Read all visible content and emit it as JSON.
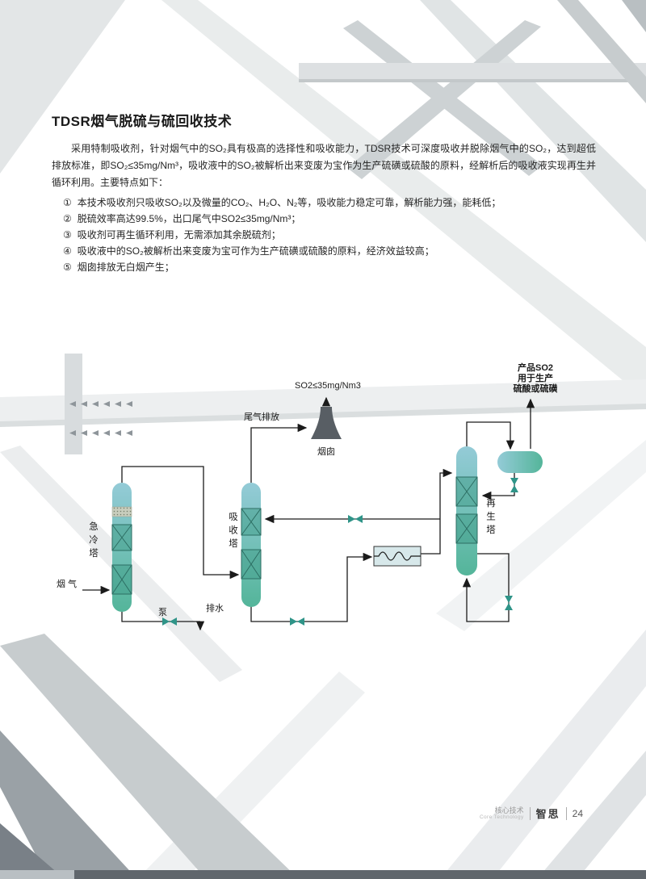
{
  "page": {
    "title": "TDSR烟气脱硫与硫回收技术"
  },
  "content": {
    "intro": "采用特制吸收剂，针对烟气中的SO₂具有极高的选择性和吸收能力，TDSR技术可深度吸收并脱除烟气中的SO₂，达到超低排放标准，即SO₂≤35mg/Nm³，吸收液中的SO₂被解析出来变废为宝作为生产硫磺或硫酸的原料，经解析后的吸收液实现再生并循环利用。主要特点如下：",
    "features": [
      {
        "num": "①",
        "text": "本技术吸收剂只吸收SO₂以及微量的CO₂、H₂O、N₂等，吸收能力稳定可靠，解析能力强，能耗低；"
      },
      {
        "num": "②",
        "text": "脱硫效率高达99.5%，出口尾气中SO2≤35mg/Nm³；"
      },
      {
        "num": "③",
        "text": "吸收剂可再生循环利用，无需添加其余脱硫剂；"
      },
      {
        "num": "④",
        "text": "吸收液中的SO₂被解析出来变废为宝可作为生产硫磺或硫酸的原料，经济效益较高；"
      },
      {
        "num": "⑤",
        "text": "烟囱排放无白烟产生；"
      }
    ]
  },
  "diagram": {
    "labels": {
      "so2_limit": "SO2≤35mg/Nm3",
      "tail_gas": "尾气排放",
      "chimney": "烟囱",
      "product_line1": "产品SO2",
      "product_line2": "用于生产",
      "product_line3": "硫酸或硫磺",
      "flue_gas": "烟 气",
      "quench_tower": "急冷塔",
      "absorber_tower": "吸收塔",
      "regen_tower": "再生塔",
      "pump": "泵",
      "drain": "排水"
    },
    "colors": {
      "tower_top": "#94cbd7",
      "tower_bottom": "#54b59a",
      "packing": "#3f9c88",
      "chimney": "#585e64",
      "valve": "#2f9488",
      "line": "#1b1b1b"
    }
  },
  "footer": {
    "section": "核心技术",
    "section_en": "Core Technology",
    "brand": "智思",
    "page_number": "24"
  }
}
